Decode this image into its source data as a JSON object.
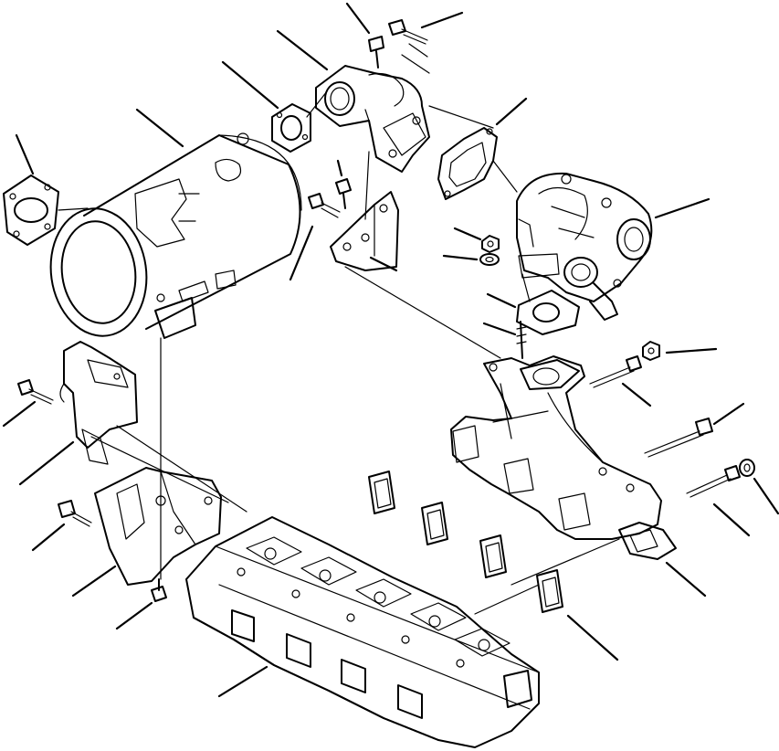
{
  "diagram": {
    "parts": [
      {
        "id": "muffler-flange-gasket",
        "type": "gasket"
      },
      {
        "id": "muffler",
        "type": "muffler"
      },
      {
        "id": "muffler-gasket",
        "type": "gasket"
      },
      {
        "id": "exhaust-elbow",
        "type": "elbow"
      },
      {
        "id": "elbow-bolt",
        "type": "bolt"
      },
      {
        "id": "elbow-bolt-2",
        "type": "bolt"
      },
      {
        "id": "turbo-gasket-upper",
        "type": "gasket"
      },
      {
        "id": "muffler-bracket",
        "type": "bracket"
      },
      {
        "id": "bracket-bolt",
        "type": "bolt"
      },
      {
        "id": "bracket-bolt-2",
        "type": "bolt"
      },
      {
        "id": "turbocharger",
        "type": "turbocharger"
      },
      {
        "id": "turbo-nut",
        "type": "nut"
      },
      {
        "id": "turbo-washer",
        "type": "washer"
      },
      {
        "id": "turbo-flange-gasket",
        "type": "gasket"
      },
      {
        "id": "turbo-stud",
        "type": "stud"
      },
      {
        "id": "exhaust-manifold",
        "type": "manifold"
      },
      {
        "id": "manifold-nut",
        "type": "nut"
      },
      {
        "id": "manifold-long-bolt",
        "type": "bolt"
      },
      {
        "id": "manifold-long-bolt-2",
        "type": "bolt"
      },
      {
        "id": "manifold-bolt-3",
        "type": "bolt"
      },
      {
        "id": "manifold-washer",
        "type": "washer"
      },
      {
        "id": "manifold-end-gasket",
        "type": "gasket"
      },
      {
        "id": "manifold-port-gasket",
        "type": "gasket"
      },
      {
        "id": "inlet-elbow",
        "type": "elbow"
      },
      {
        "id": "inlet-elbow-bolt",
        "type": "bolt"
      },
      {
        "id": "inlet-elbow-stay",
        "type": "bracket"
      },
      {
        "id": "lower-bracket",
        "type": "bracket"
      },
      {
        "id": "lower-bracket-bolt",
        "type": "bolt"
      },
      {
        "id": "lower-bracket-bolt-2",
        "type": "bolt"
      },
      {
        "id": "cylinder-head",
        "type": "cylinder-head"
      }
    ]
  }
}
